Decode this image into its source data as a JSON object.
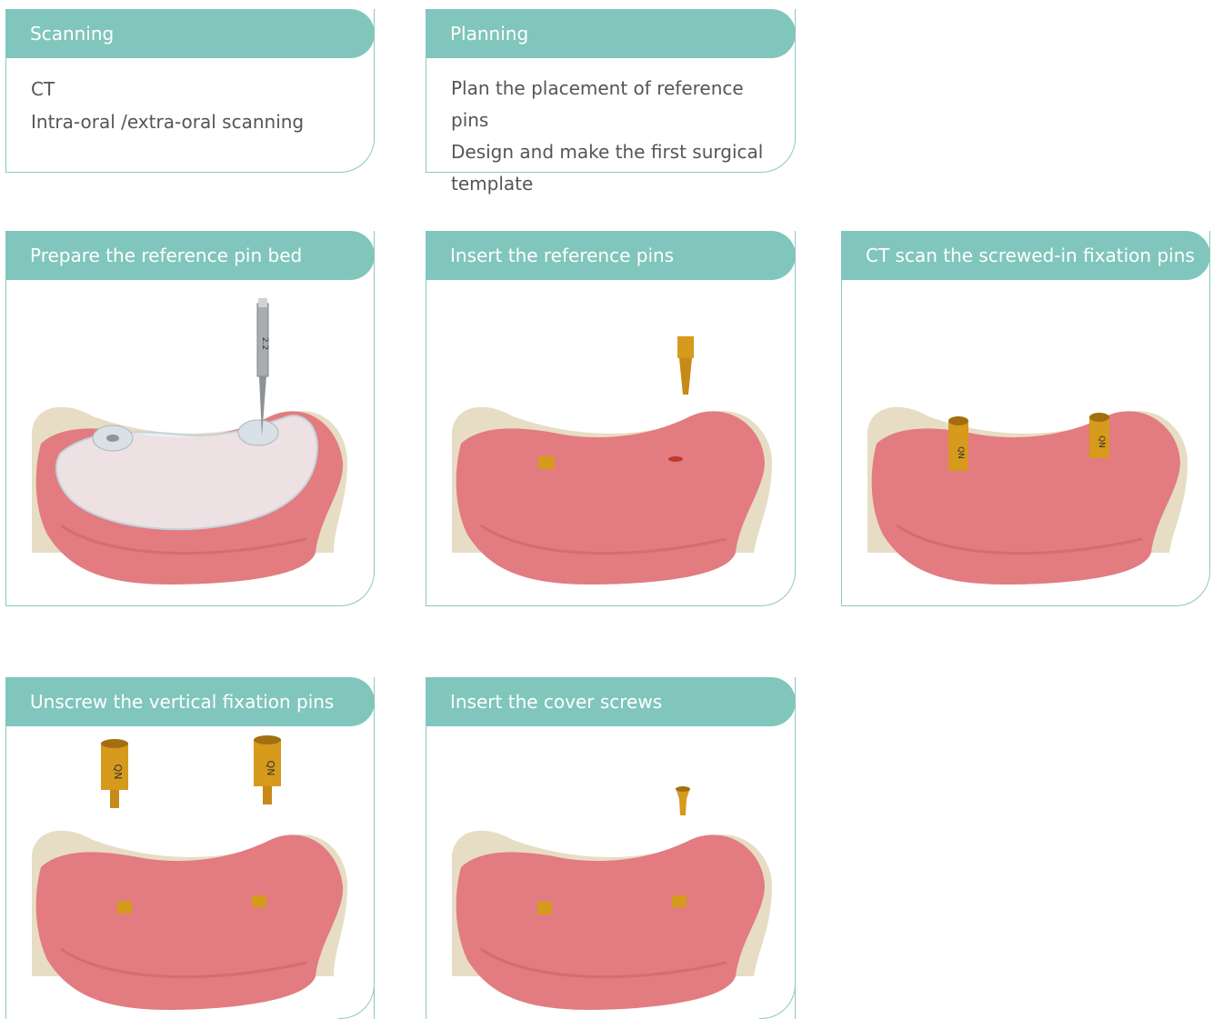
{
  "cards": [
    {
      "title": "Scanning",
      "lines": [
        "CT",
        "Intra-oral /extra-oral scanning"
      ]
    },
    {
      "title": "Planning",
      "lines": [
        "Plan the placement of reference pins",
        "Design and make the first surgical template"
      ]
    },
    {
      "title": "Prepare the reference pin bed"
    },
    {
      "title": "Insert the reference pins"
    },
    {
      "title": "CT scan the screwed-in fixation pins",
      "pin_label": "QN"
    },
    {
      "title": "Unscrew the vertical fixation pins",
      "pin_label": "QN"
    },
    {
      "title": "Insert the cover screws"
    }
  ],
  "colors": {
    "header": "#80c6bc",
    "border": "#8cc9c0",
    "gum": "#e27c80",
    "bone": "#e7ddc4",
    "pin_gold": "#d69a1c",
    "text": "#555555"
  },
  "drill_label": "2.2"
}
